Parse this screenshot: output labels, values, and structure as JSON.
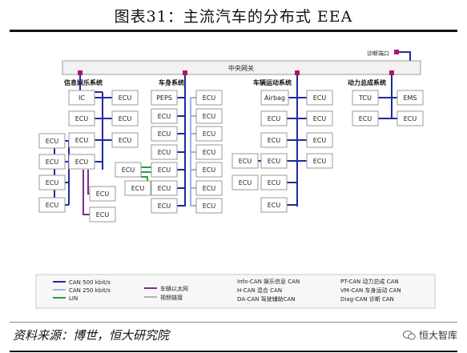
{
  "title": "图表31：主流汽车的分布式 EEA",
  "diagram": {
    "diagnostic_port": "诊断端口",
    "central_gateway": "中央网关",
    "domains": {
      "infotainment": "信息娱乐系统",
      "body": "车身系统",
      "chassis": "车辆运动系统",
      "powertrain": "动力总成系统"
    },
    "nodes": {
      "ic": "IC",
      "peps": "PEPS",
      "airbag": "Airbag",
      "tcu": "TCU",
      "ems": "EMS",
      "ecu": "ECU"
    },
    "colors": {
      "can500": "#1f2a9e",
      "can250": "#8fb8e8",
      "lin": "#2e9b3e",
      "ethernet": "#7b2d8e",
      "video": "#b5b5b5",
      "gateway_port": "#b0146a",
      "box_border": "#9a9a9a",
      "gateway_fill": "#f2f2f2"
    }
  },
  "legend": {
    "can500": "CAN 500 kbit/s",
    "can250": "CAN 250 kbit/s",
    "lin": "LIN",
    "ethernet": "车辆以太网",
    "video": "视频链接",
    "info_can": "Info-CAN 娱乐信息 CAN",
    "h_can": "H-CAN 混合 CAN",
    "da_can": "DA-CAN 驾驶辅助CAN",
    "pt_can": "PT-CAN 动力总成 CAN",
    "vm_can": "VM-CAN 车身运动 CAN",
    "diag_can": "Diag-CAN 诊断 CAN"
  },
  "footer": {
    "source": "资料来源：博世，恒大研究院",
    "brand": "恒大智库",
    "brand_icon": "wechat-icon"
  }
}
